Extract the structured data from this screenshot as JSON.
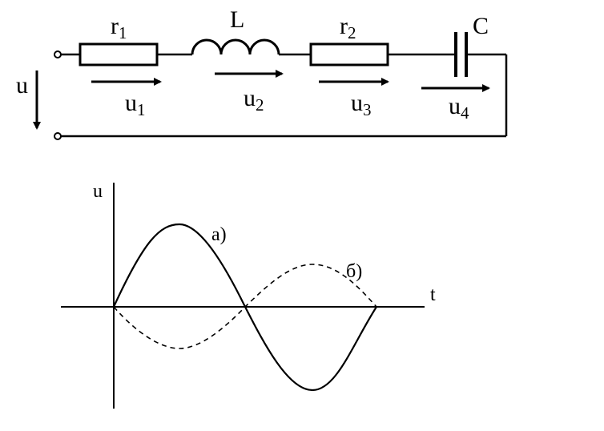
{
  "circuit": {
    "r1": {
      "main": "r",
      "sub": "1"
    },
    "L": "L",
    "r2": {
      "main": "r",
      "sub": "2"
    },
    "C": "C",
    "u": "u",
    "u1": {
      "main": "u",
      "sub": "1"
    },
    "u2": {
      "main": "u",
      "sub": "2"
    },
    "u3": {
      "main": "u",
      "sub": "3"
    },
    "u4": {
      "main": "u",
      "sub": "4"
    }
  },
  "graph": {
    "y_axis_label": "u",
    "x_axis_label": "t",
    "curve_a_label": "а)",
    "curve_b_label": "б)"
  }
}
